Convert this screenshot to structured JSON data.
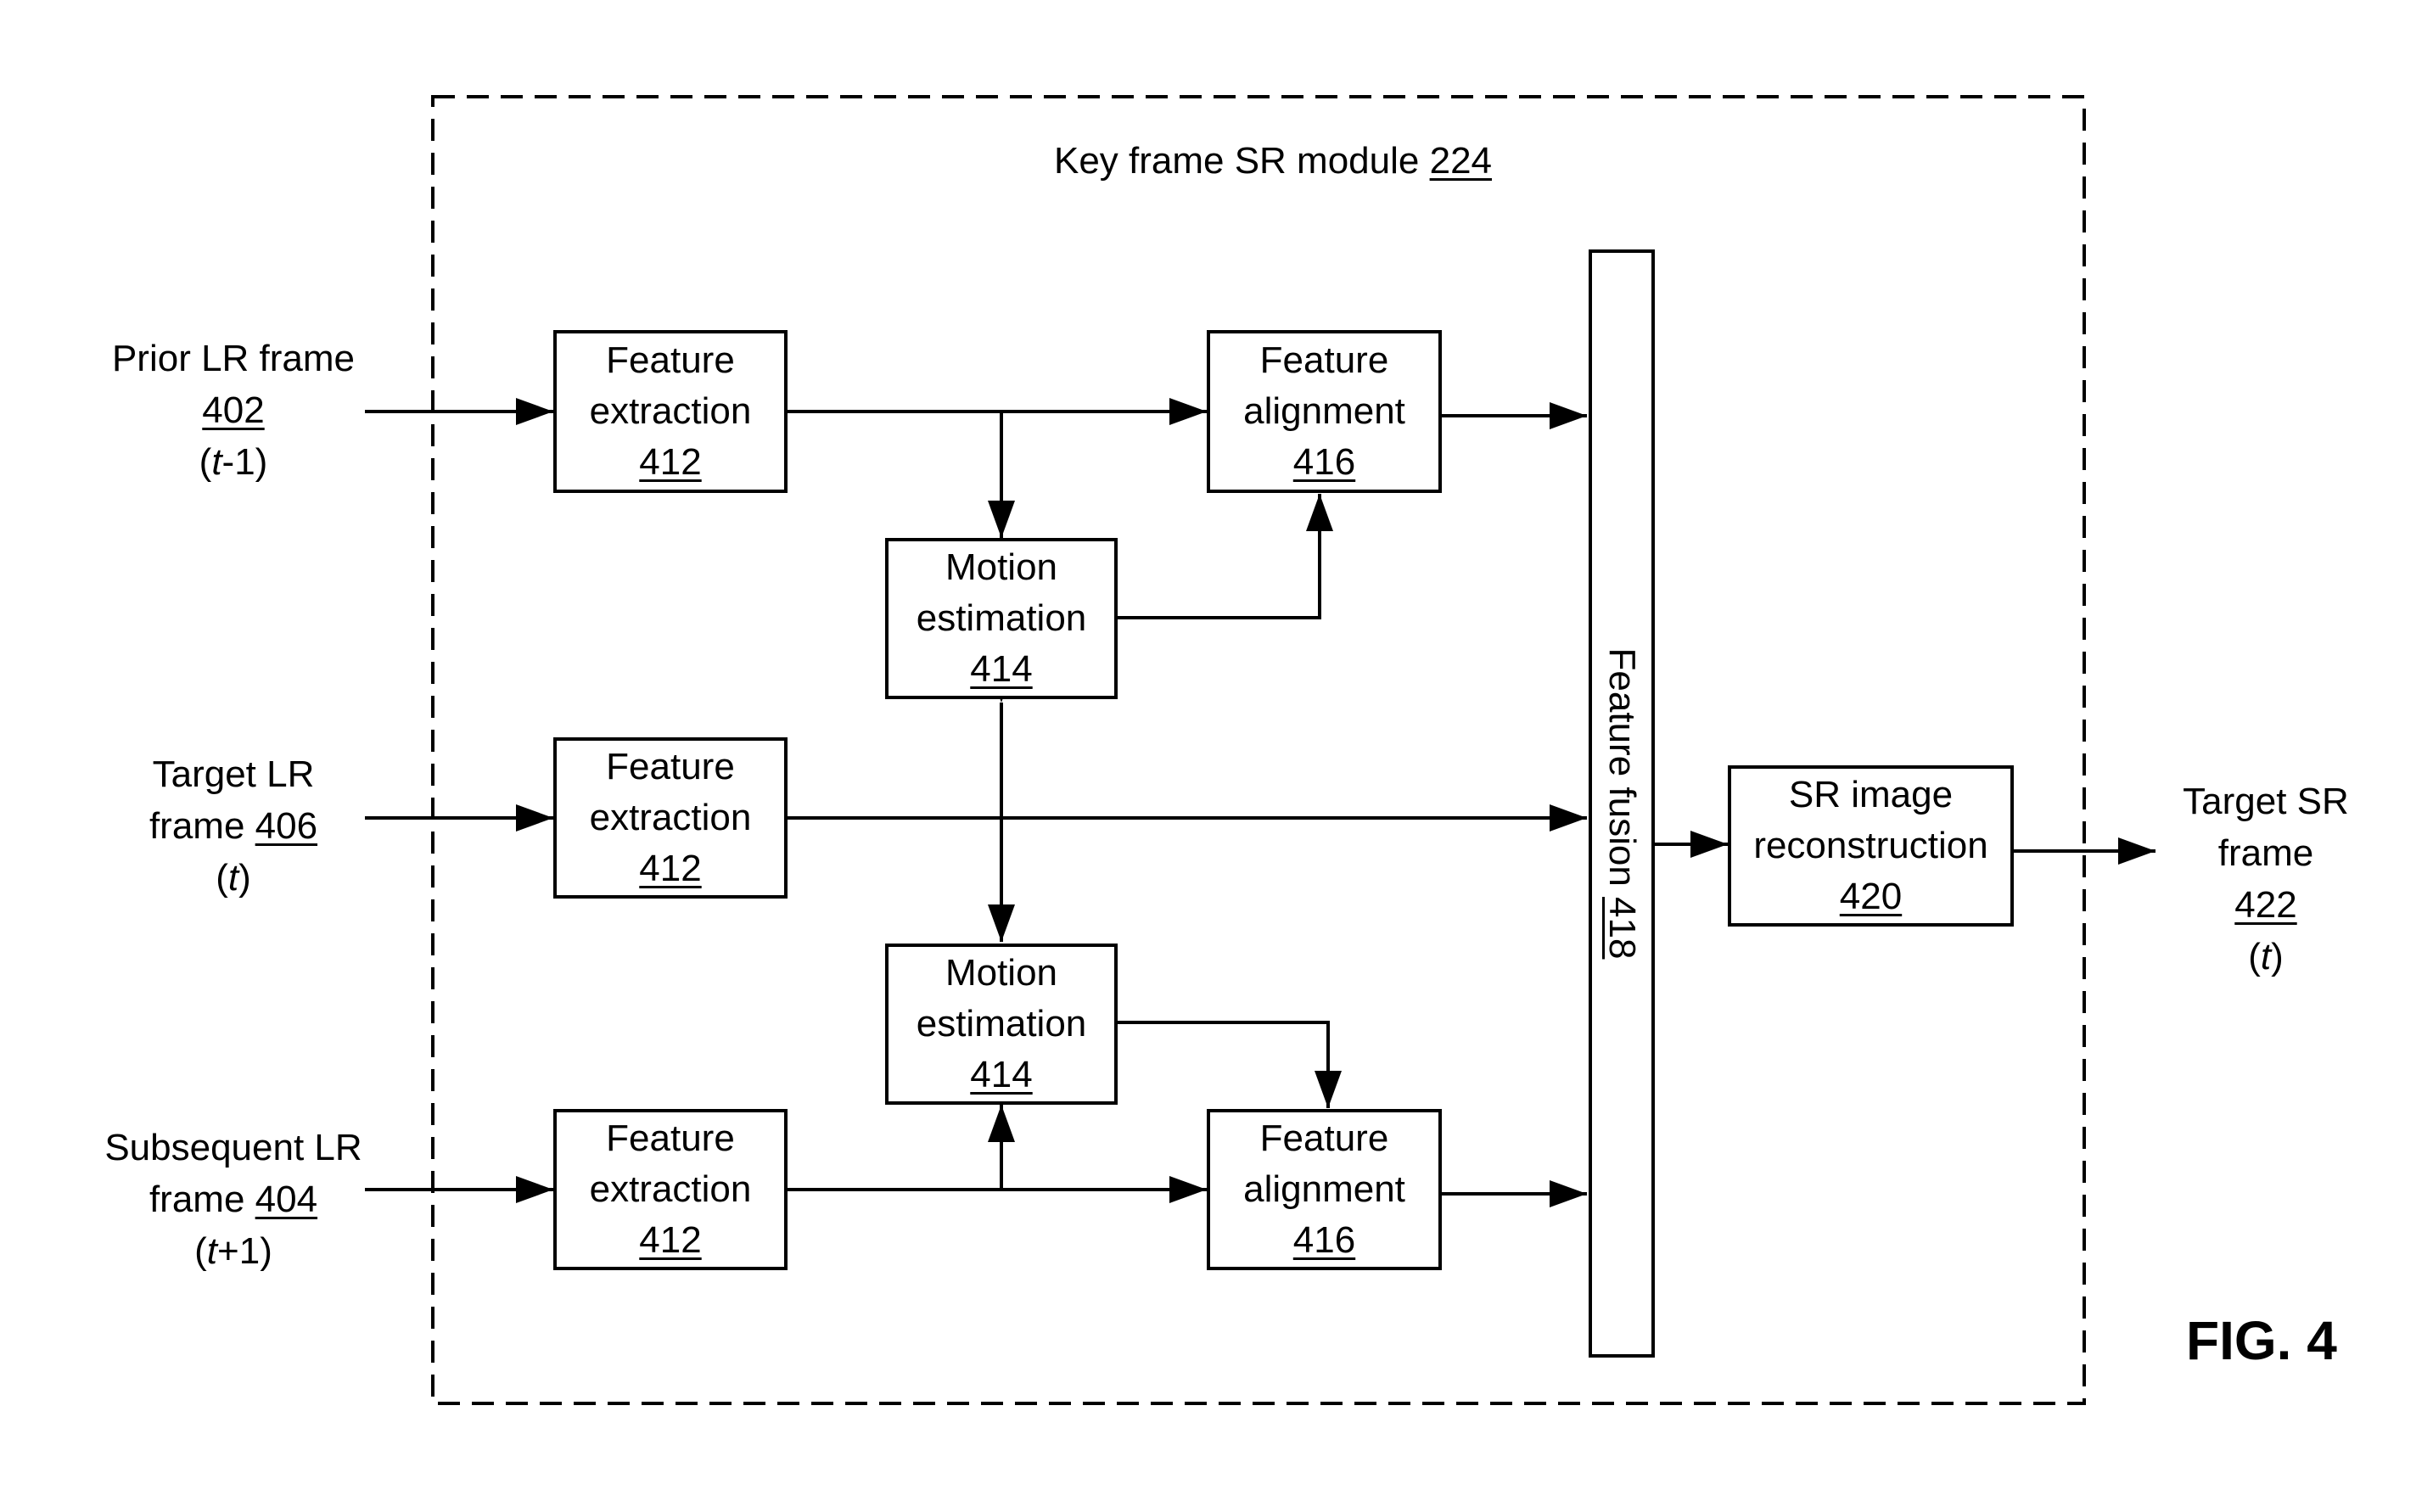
{
  "module": {
    "title": "Key frame SR module ",
    "number": "224"
  },
  "inputs": {
    "prior": {
      "line1": "Prior LR frame",
      "number": "402",
      "time_open": "(",
      "time_var": "t",
      "time_rest": "-1)"
    },
    "target": {
      "line1": "Target LR",
      "line2_prefix": "frame ",
      "number": "406",
      "time_open": "(",
      "time_var": "t",
      "time_rest": ")"
    },
    "subsequent": {
      "line1": "Subsequent LR",
      "line2_prefix": "frame ",
      "number": "404",
      "time_open": "(",
      "time_var": "t",
      "time_rest": "+1)"
    }
  },
  "blocks": {
    "feature_extraction": {
      "line1": "Feature",
      "line2": "extraction",
      "number": "412"
    },
    "motion_estimation": {
      "line1": "Motion",
      "line2": "estimation",
      "number": "414"
    },
    "feature_alignment": {
      "line1": "Feature",
      "line2": "alignment",
      "number": "416"
    },
    "feature_fusion": {
      "label": "Feature fusion ",
      "number": "418"
    },
    "sr_reconstruction": {
      "line1": "SR image",
      "line2": "reconstruction",
      "number": "420"
    }
  },
  "output": {
    "line1": "Target SR",
    "line2": "frame",
    "number": "422",
    "time_open": "(",
    "time_var": "t",
    "time_rest": ")"
  },
  "figure_label": "FIG. 4"
}
